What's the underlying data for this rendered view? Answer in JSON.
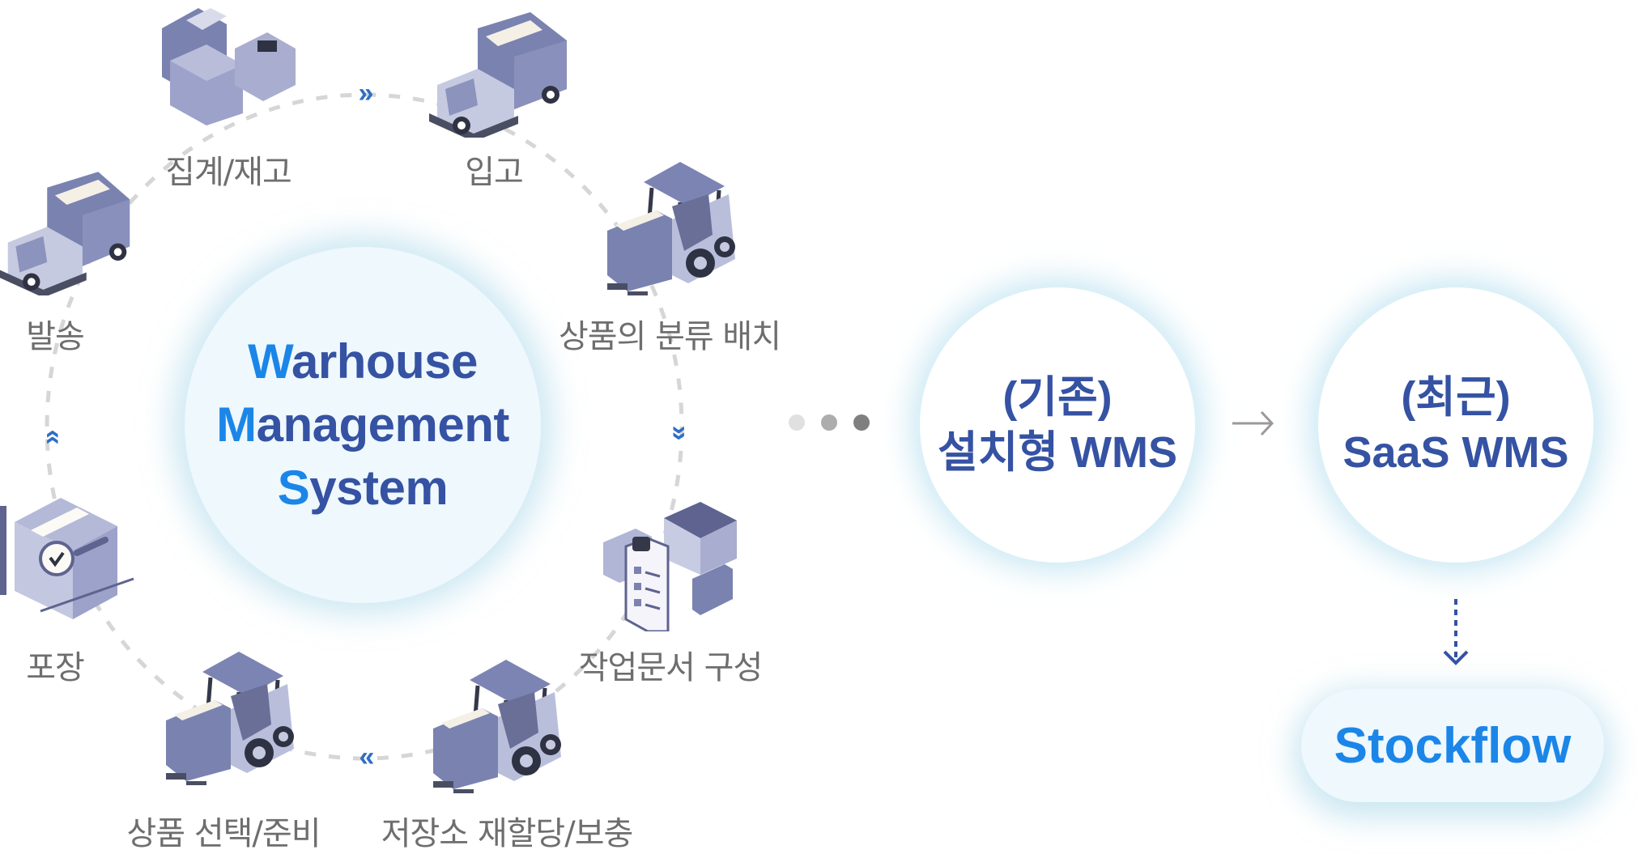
{
  "center": {
    "lines": [
      {
        "cap": "W",
        "rest": "arhouse"
      },
      {
        "cap": "M",
        "rest": "anagement"
      },
      {
        "cap": "S",
        "rest": "ystem"
      }
    ]
  },
  "cycle_steps": [
    {
      "label": "입고",
      "icon": "delivery-truck-icon"
    },
    {
      "label": "상품의 분류 배치",
      "icon": "forklift-icon"
    },
    {
      "label": "작업문서 구성",
      "icon": "clipboard-boxes-icon"
    },
    {
      "label": "저장소 재할당/보충",
      "icon": "forklift-icon"
    },
    {
      "label": "상품 선택/준비",
      "icon": "forklift-icon"
    },
    {
      "label": "포장",
      "icon": "package-box-icon"
    },
    {
      "label": "발송",
      "icon": "delivery-truck-icon"
    },
    {
      "label": "집계/재고",
      "icon": "inventory-boxes-icon"
    }
  ],
  "flow_arrows": {
    "top": "»",
    "right": "»",
    "bottom": "«",
    "left": "»"
  },
  "evolution": {
    "legacy": {
      "line1": "(기존)",
      "line2": "설치형 WMS"
    },
    "recent": {
      "line1": "(최근)",
      "line2": "SaaS WMS"
    },
    "product": "Stockflow"
  },
  "colors": {
    "primary_text": "#3552a3",
    "accent": "#1b86e8",
    "label_gray": "#6e6e6e",
    "chevron": "#2d6fc4",
    "dots": [
      "#e0e0e0",
      "#adadad",
      "#7f7f7f"
    ]
  }
}
